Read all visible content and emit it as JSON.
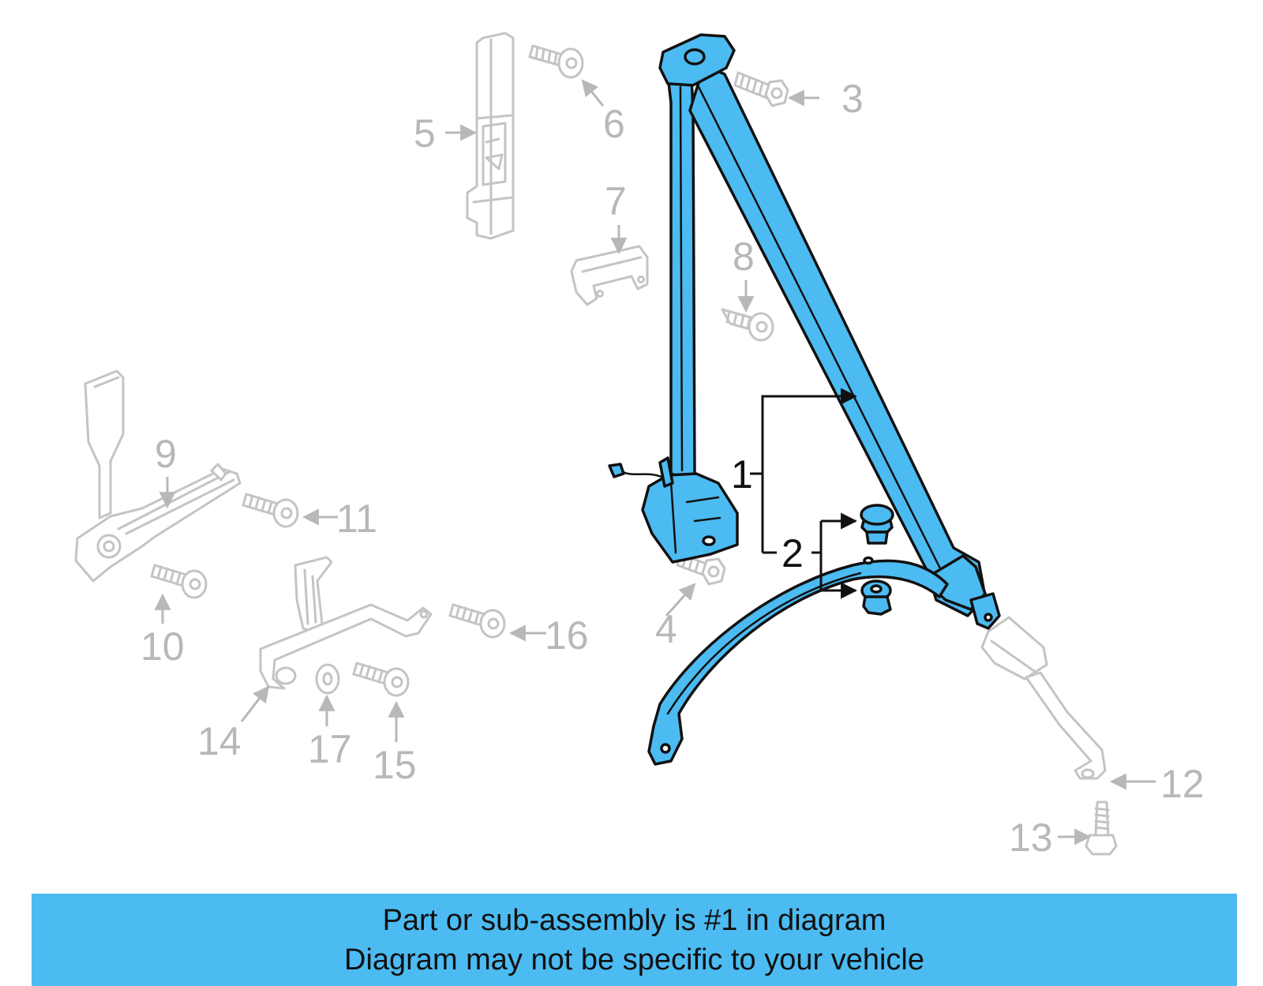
{
  "colors": {
    "highlight": "#4cbbf2",
    "faded_part": "#c4c4c4",
    "banner_background": "#4cbbf2",
    "banner_text": "#111111"
  },
  "callouts": {
    "c1": "1",
    "c2": "2",
    "c3": "3",
    "c4": "4",
    "c5": "5",
    "c6": "6",
    "c7": "7",
    "c8": "8",
    "c9": "9",
    "c10": "10",
    "c11": "11",
    "c12": "12",
    "c13": "13",
    "c14": "14",
    "c15": "15",
    "c16": "16",
    "c17": "17"
  },
  "banner": {
    "line1": "Part or sub-assembly is #1 in diagram",
    "line2": "Diagram may not be specific to your vehicle"
  }
}
